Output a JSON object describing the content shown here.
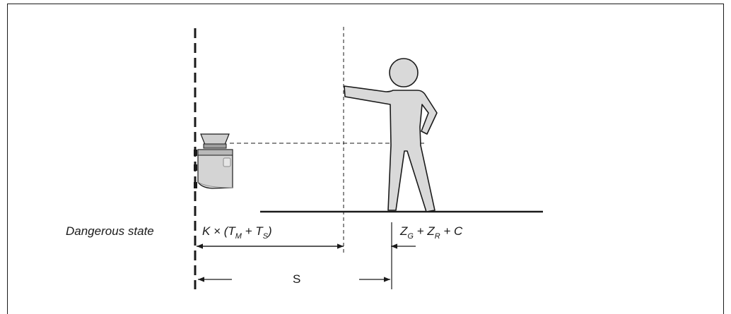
{
  "labels": {
    "dangerous_state": "Dangerous state",
    "formula_k": {
      "prefix": "K × (T",
      "sub_m": "M",
      "mid": " + T",
      "sub_s": "S",
      "suffix": ")"
    },
    "formula_z": {
      "z": "Z",
      "sub_g": "G",
      "mid": " + Z",
      "sub_r": "R",
      "suffix": " + C"
    },
    "s": "S"
  },
  "colors": {
    "line": "#1a1a1a",
    "figure_fill": "#d9d9d9",
    "figure_stroke": "#1a1a1a",
    "scanner_fill": "#d4d4d4",
    "scanner_dark": "#8c8c8c"
  }
}
